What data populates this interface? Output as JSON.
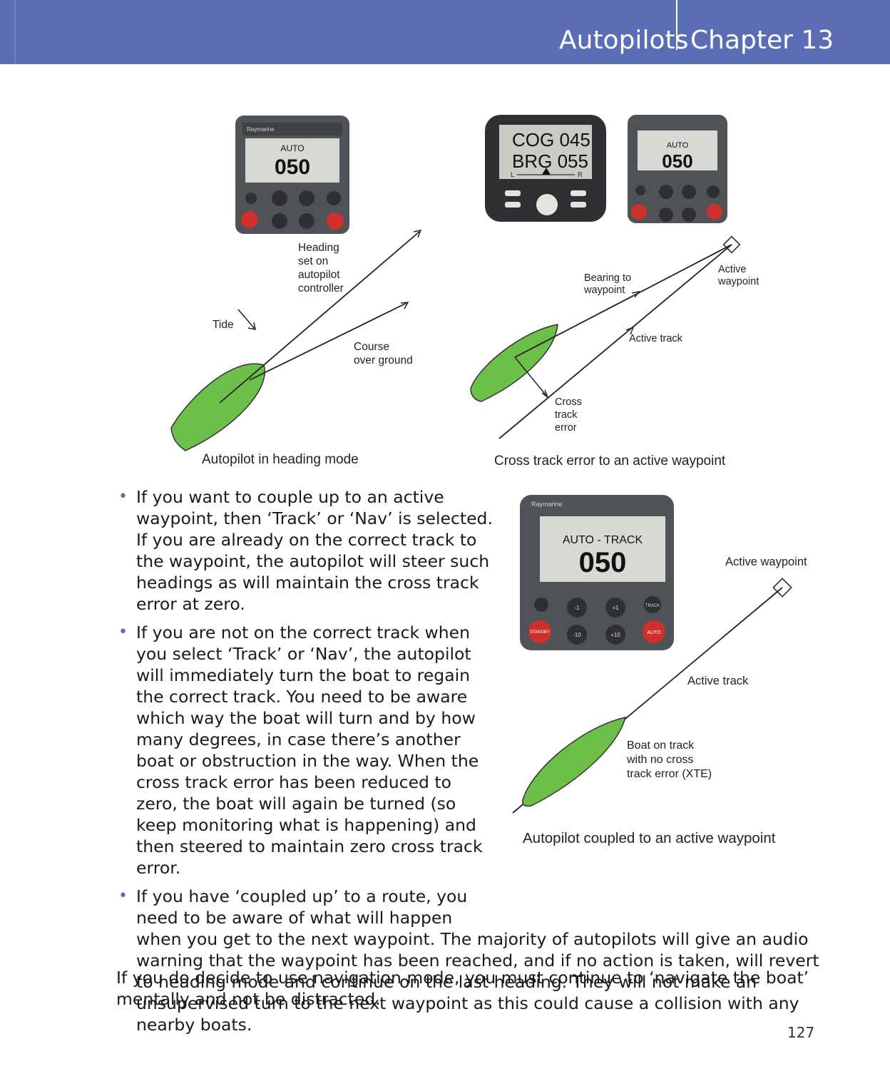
{
  "header": {
    "section": "Autopilots",
    "chapter": "Chapter 13"
  },
  "figures": {
    "heading_mode": {
      "caption": "Autopilot in heading mode",
      "display_mode": "AUTO",
      "display_value": "050",
      "label_heading": [
        "Heading",
        "set on",
        "autopilot",
        "controller"
      ],
      "label_tide": "Tide",
      "label_cog": [
        "Course",
        "over ground"
      ]
    },
    "xte": {
      "caption": "Cross track error to an active waypoint",
      "gps_line1": "COG 045",
      "gps_line2": "BRG 055",
      "gps_left": "L",
      "gps_right": "R",
      "display_mode": "AUTO",
      "display_value": "050",
      "label_bearing": [
        "Bearing to",
        "waypoint"
      ],
      "label_waypoint": [
        "Active",
        "waypoint"
      ],
      "label_track": "Active track",
      "label_xte": [
        "Cross",
        "track",
        "error"
      ]
    },
    "coupled": {
      "caption": "Autopilot coupled to an active waypoint",
      "display_mode": "AUTO - TRACK",
      "display_value": "050",
      "label_waypoint": "Active waypoint",
      "label_track": "Active track",
      "label_boat": [
        "Boat on track",
        "with no cross",
        "track error (XTE)"
      ],
      "buttons": [
        "-1",
        "+1",
        "TRACK",
        "STANDBY",
        "-10",
        "+10",
        "AUTO"
      ],
      "brand": "Raymarine"
    }
  },
  "bullets": [
    "If you want to couple up to an active waypoint, then ‘Track’ or ‘Nav’ is selected. If you are already on the correct track to the waypoint, the autopilot will steer such headings as will maintain the cross track error at zero.",
    "If you are not on the correct track when you select ‘Track’ or ‘Nav’, the autopilot will immediately turn the boat to regain the correct track. You need to be aware which way the boat will turn and by how many degrees, in case there’s another boat or obstruction in the way. When the cross track error has been reduced to zero, the boat will again be turned (so keep monitoring what is happening) and then steered to maintain zero cross track error.",
    "If you have ‘coupled up’ to a route, you need to be aware of what will happen when you get to the next waypoint. The majority of autopilots will give an audio warning that the waypoint has been reached, and if no action is taken, will revert to heading mode and continue on the last heading. They will not make an unsupervised turn to the next waypoint as this could cause a collision with any nearby boats."
  ],
  "closing": "If you do decide to use navigation mode, you must continue to ‘navigate the boat’ mentally and not be distracted.",
  "page_number": "127",
  "colors": {
    "header": "#5b6db5",
    "hull": "#6cc04a",
    "bullet": "#5b6db5"
  }
}
